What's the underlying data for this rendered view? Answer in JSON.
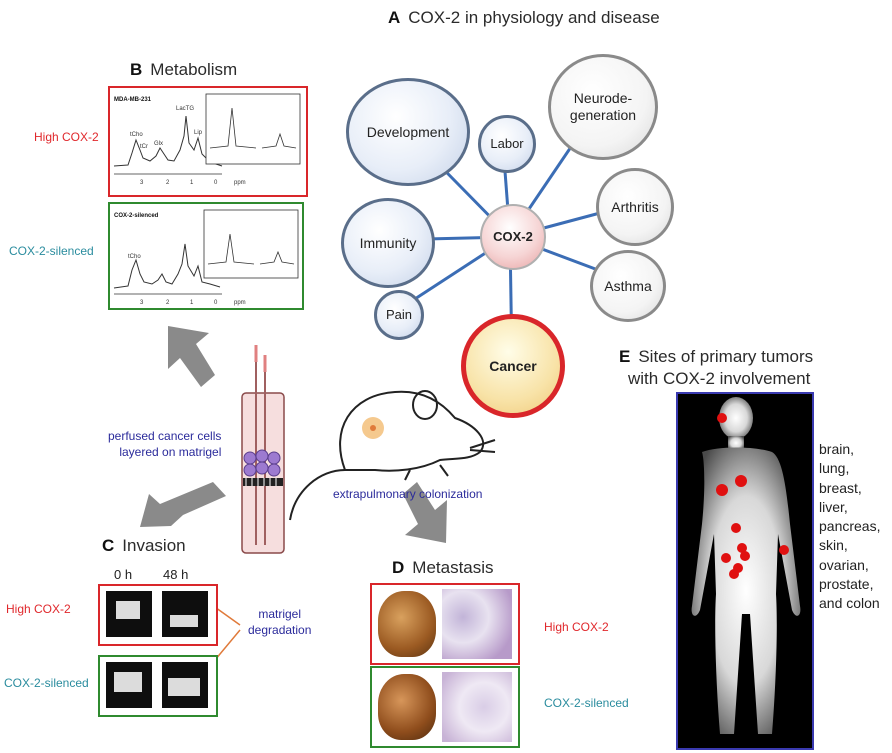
{
  "panelA": {
    "letter": "A",
    "title": "COX-2 in physiology and disease"
  },
  "bubbles": {
    "development": "Development",
    "labor": "Labor",
    "neuro": "Neurode-\ngeneration",
    "arthritis": "Arthritis",
    "immunity": "Immunity",
    "cox2": "COX-2",
    "asthma": "Asthma",
    "pain": "Pain",
    "cancer": "Cancer"
  },
  "panelB": {
    "letter": "B",
    "title": "Metabolism",
    "high_label": "High COX-2",
    "silenced_label": "COX-2-silenced",
    "spec1_title": "MDA-MB-231",
    "spec2_title": "COX-2-silenced",
    "peaks1": [
      "tCho",
      "tCr",
      "Glx",
      "LacTG",
      "Lip"
    ],
    "peaks2": [
      "tCho"
    ],
    "axis_ticks": [
      "3",
      "2",
      "1",
      "0"
    ],
    "axis_unit": "ppm"
  },
  "center": {
    "perfused": "perfused cancer cells\nlayered on matrigel",
    "colonization": "extrapulmonary colonization"
  },
  "panelC": {
    "letter": "C",
    "title": "Invasion",
    "t0": "0 h",
    "t48": "48 h",
    "high_label": "High COX-2",
    "silenced_label": "COX-2-silenced",
    "degradation": "matrigel\ndegradation"
  },
  "panelD": {
    "letter": "D",
    "title": "Metastasis",
    "high_label": "High COX-2",
    "silenced_label": "COX-2-silenced"
  },
  "panelE": {
    "letter": "E",
    "title_line1": "Sites of primary tumors",
    "title_line2": "with COX-2 involvement",
    "sites": [
      "brain,",
      "lung,",
      "breast,",
      "liver,",
      "pancreas,",
      "skin,",
      "ovarian,",
      "prostate,",
      "and colon"
    ]
  },
  "colors": {
    "red": "#d9262a",
    "green": "#2f8a2f",
    "connector": "#3b6db5",
    "arrow": "#8a8a8a",
    "tumor": "#e01010"
  }
}
